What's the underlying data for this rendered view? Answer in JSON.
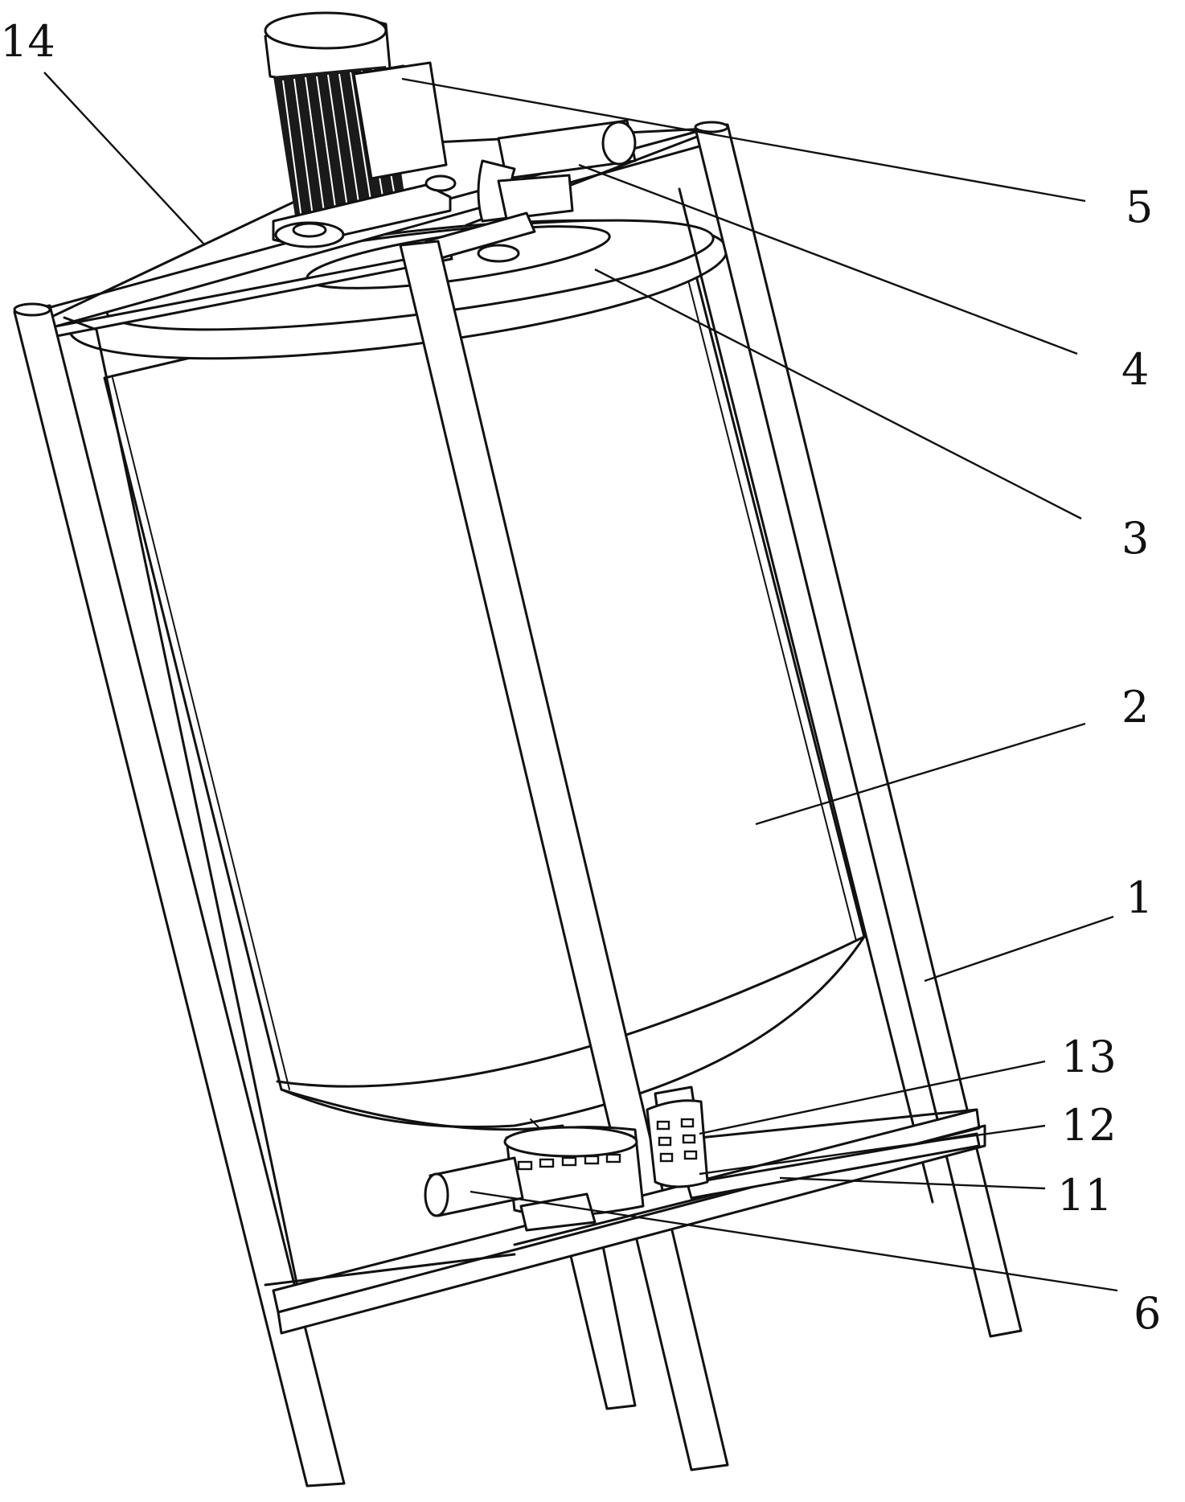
{
  "diagram": {
    "callouts": [
      {
        "id": "label-14",
        "text": "14"
      },
      {
        "id": "label-5",
        "text": "5"
      },
      {
        "id": "label-4",
        "text": "4"
      },
      {
        "id": "label-3",
        "text": "3"
      },
      {
        "id": "label-2",
        "text": "2"
      },
      {
        "id": "label-1",
        "text": "1"
      },
      {
        "id": "label-13",
        "text": "13"
      },
      {
        "id": "label-12",
        "text": "12"
      },
      {
        "id": "label-11",
        "text": "11"
      },
      {
        "id": "label-6",
        "text": "6"
      }
    ],
    "colors": {
      "ink": "#111111",
      "paper": "#ffffff"
    }
  }
}
